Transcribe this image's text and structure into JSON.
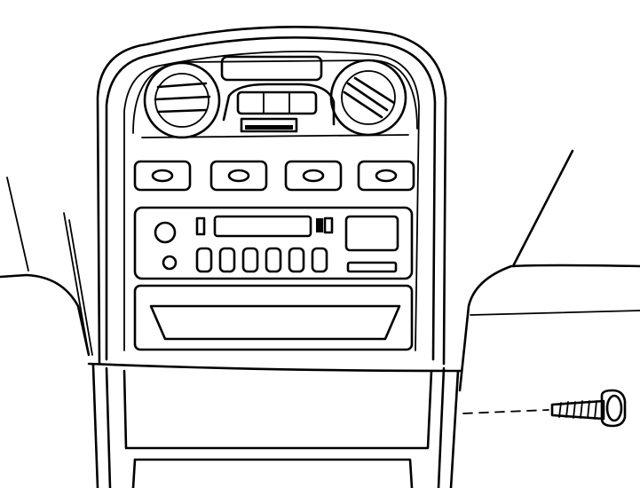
{
  "figure": {
    "components": [
      "center-console-bezel",
      "air-vent-left",
      "air-vent-right",
      "clock-display",
      "hazard-switch",
      "control-knobs-row",
      "radio-head-unit",
      "storage-pocket",
      "lower-console",
      "trim-screw"
    ],
    "colors": {
      "line": "#000000",
      "background": "#ffffff"
    }
  }
}
